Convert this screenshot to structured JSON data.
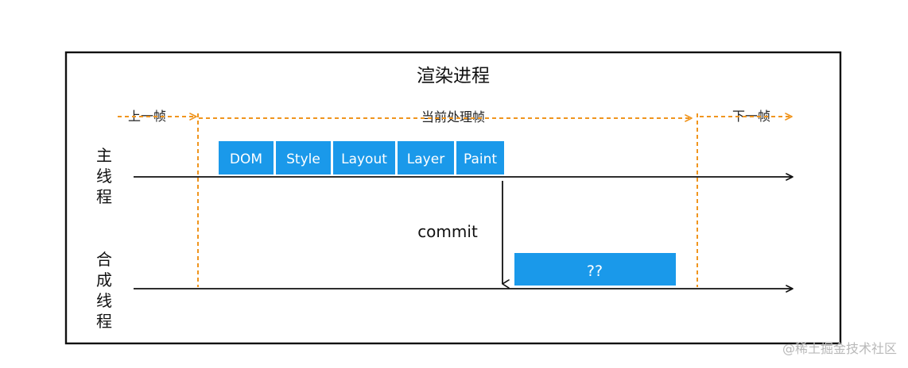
{
  "title": "渲染进程",
  "frames": {
    "prev": "上一帧",
    "current": "当前处理帧",
    "next": "下一帧"
  },
  "lanes": {
    "main": "主线程",
    "compositor": "合成线程"
  },
  "stages": [
    "DOM",
    "Style",
    "Layout",
    "Layer",
    "Paint"
  ],
  "commit_label": "commit",
  "compositor_task": "??",
  "watermark": "@稀土掘金技术社区",
  "colors": {
    "stage_fill": "#1a99ea",
    "stage_text": "#ffffff",
    "dashed": "#f0951e",
    "line": "#111111",
    "border": "#111111",
    "watermark": "#b8b8b8"
  }
}
